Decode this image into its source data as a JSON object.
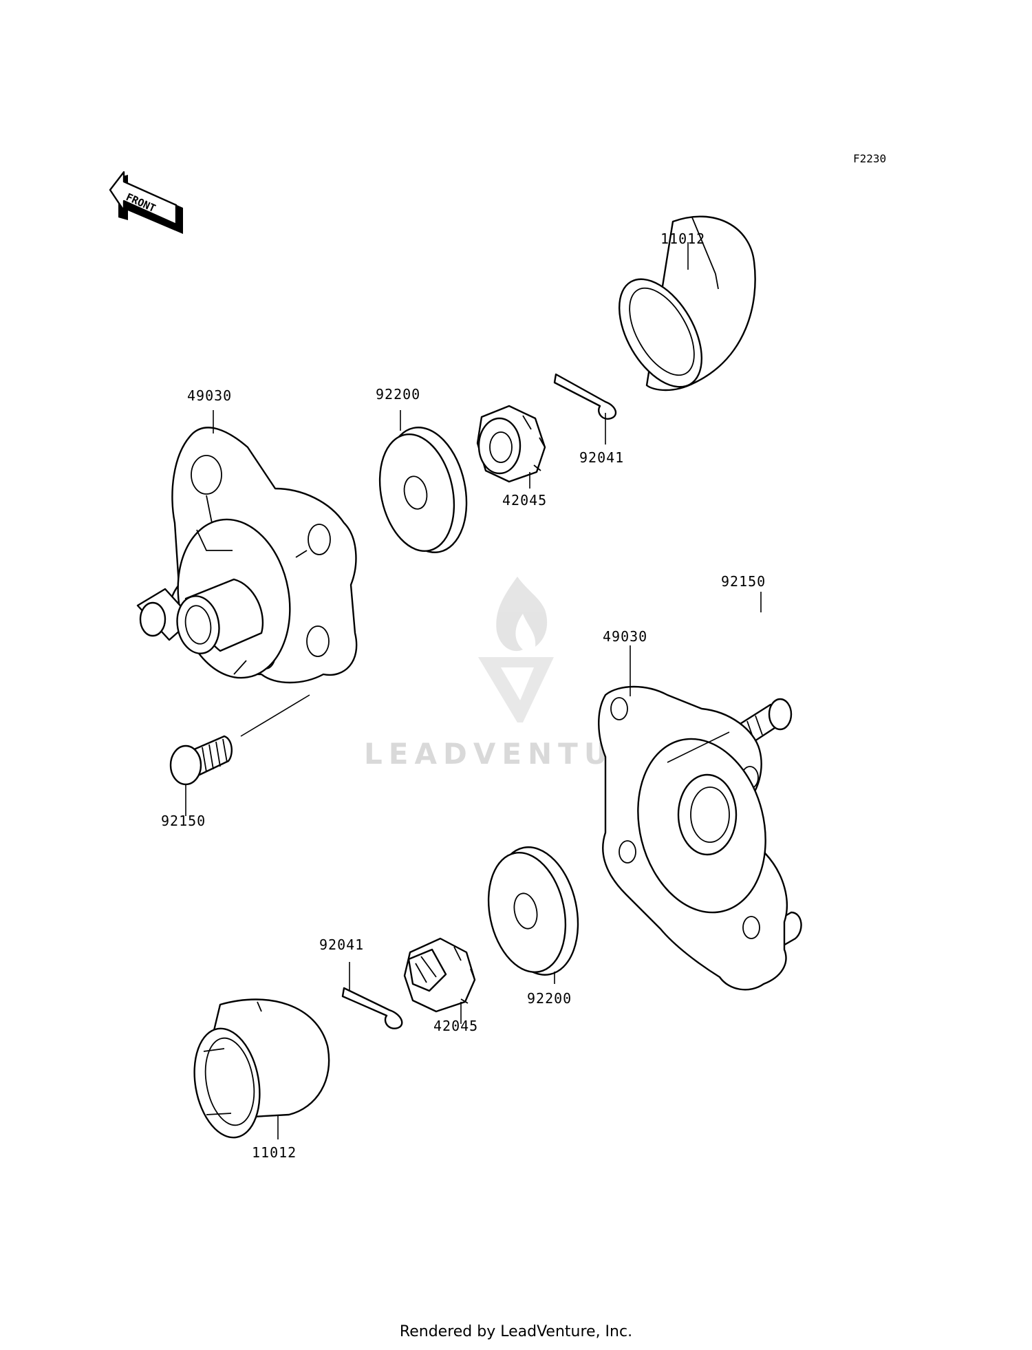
{
  "diagram_code": "F2230",
  "front_arrow_label": "FRONT",
  "watermark": "LEADVENTURE",
  "footer": "Rendered by LeadVenture, Inc.",
  "callouts": {
    "cap_top": "11012",
    "hub_left": "49030",
    "washer_top": "92200",
    "nut_top": "42045",
    "pin_top": "92041",
    "bolt_right": "92150",
    "hub_right": "49030",
    "bolt_left": "92150",
    "pin_bottom": "92041",
    "nut_bottom": "42045",
    "washer_bottom": "92200",
    "cap_bottom": "11012"
  }
}
